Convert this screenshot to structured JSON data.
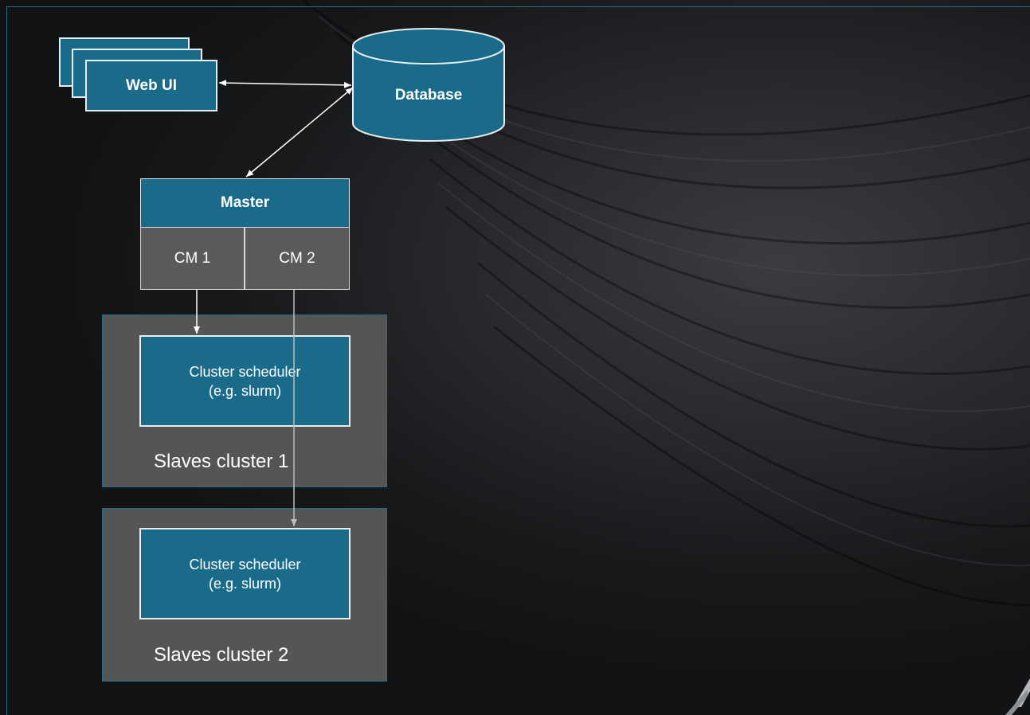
{
  "diagram": {
    "web_ui": "Web UI",
    "database": "Database",
    "master": "Master",
    "cm1": "CM 1",
    "cm2": "CM 2",
    "cluster1": {
      "scheduler_line1": "Cluster scheduler",
      "scheduler_line2": "(e.g. slurm)",
      "label": "Slaves cluster 1"
    },
    "cluster2": {
      "scheduler_line1": "Cluster scheduler",
      "scheduler_line2": "(e.g. slurm)",
      "label": "Slaves cluster 2"
    }
  },
  "colors": {
    "node_fill": "#1a6a89",
    "cm_fill": "#5a5a5a",
    "cluster_fill": "#555555",
    "background": "#141517"
  }
}
